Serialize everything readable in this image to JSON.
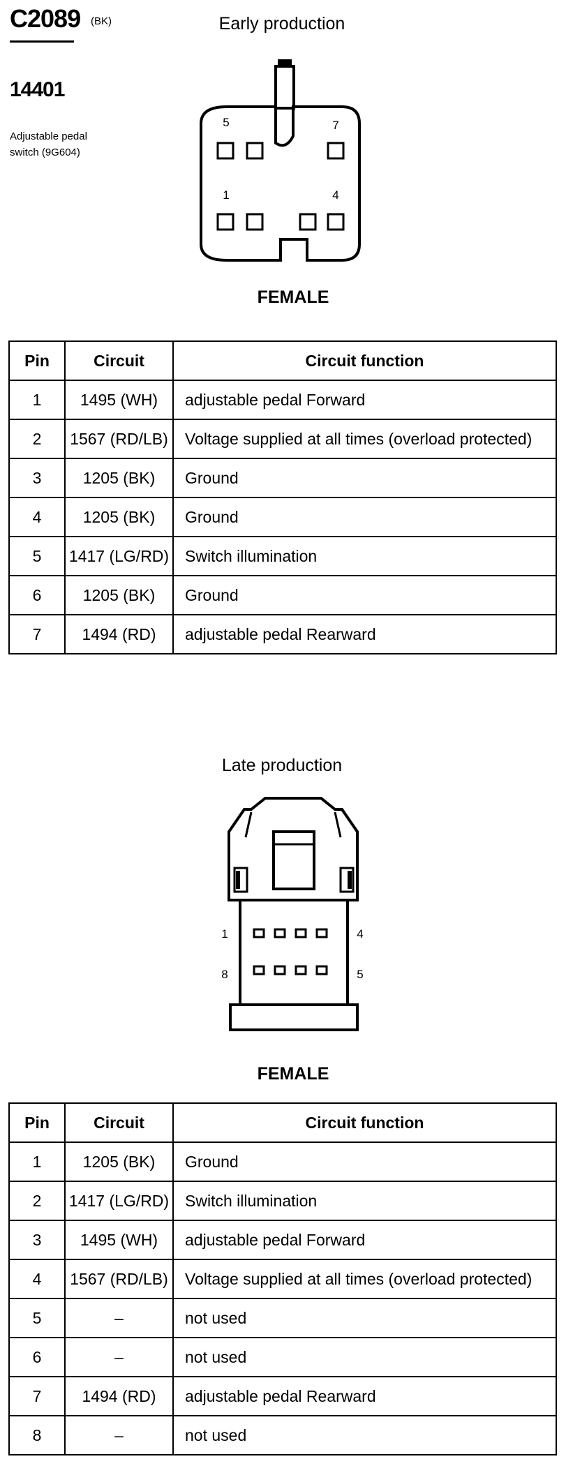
{
  "header": {
    "connector_id": "C2089",
    "connector_color": "(BK)",
    "part_number": "14401",
    "component_description_line1": "Adjustable pedal",
    "component_description_line2": "switch (9G604)"
  },
  "early": {
    "label": "Early production",
    "gender": "FEMALE",
    "pin_labels": {
      "p5": "5",
      "p7": "7",
      "p1": "1",
      "p4": "4"
    },
    "columns": {
      "pin": "Pin",
      "circuit": "Circuit",
      "function": "Circuit function"
    },
    "rows": [
      {
        "pin": "1",
        "circuit": "1495 (WH)",
        "function": "adjustable pedal Forward"
      },
      {
        "pin": "2",
        "circuit": "1567 (RD/LB)",
        "function": "Voltage supplied at all times (overload protected)"
      },
      {
        "pin": "3",
        "circuit": "1205 (BK)",
        "function": "Ground"
      },
      {
        "pin": "4",
        "circuit": "1205 (BK)",
        "function": "Ground"
      },
      {
        "pin": "5",
        "circuit": "1417 (LG/RD)",
        "function": "Switch illumination"
      },
      {
        "pin": "6",
        "circuit": "1205 (BK)",
        "function": "Ground"
      },
      {
        "pin": "7",
        "circuit": "1494 (RD)",
        "function": "adjustable pedal Rearward"
      }
    ]
  },
  "late": {
    "label": "Late production",
    "gender": "FEMALE",
    "pin_labels": {
      "p1": "1",
      "p4": "4",
      "p8": "8",
      "p5": "5"
    },
    "columns": {
      "pin": "Pin",
      "circuit": "Circuit",
      "function": "Circuit function"
    },
    "rows": [
      {
        "pin": "1",
        "circuit": "1205 (BK)",
        "function": "Ground"
      },
      {
        "pin": "2",
        "circuit": "1417 (LG/RD)",
        "function": "Switch illumination"
      },
      {
        "pin": "3",
        "circuit": "1495 (WH)",
        "function": "adjustable pedal Forward"
      },
      {
        "pin": "4",
        "circuit": "1567 (RD/LB)",
        "function": "Voltage supplied at all times (overload protected)"
      },
      {
        "pin": "5",
        "circuit": "–",
        "function": "not used"
      },
      {
        "pin": "6",
        "circuit": "–",
        "function": "not used"
      },
      {
        "pin": "7",
        "circuit": "1494 (RD)",
        "function": "adjustable pedal Rearward"
      },
      {
        "pin": "8",
        "circuit": "–",
        "function": "not used"
      }
    ]
  }
}
